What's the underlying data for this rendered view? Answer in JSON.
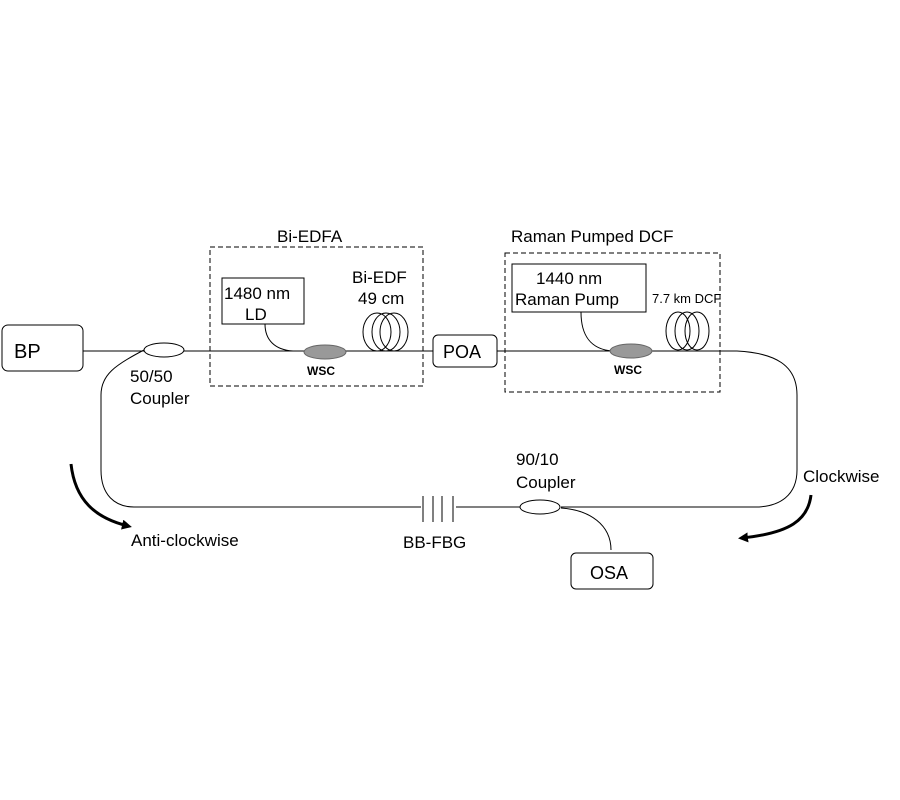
{
  "diagram": {
    "type": "fiber-laser-ring-setup",
    "components": {
      "bp": {
        "label": "BP"
      },
      "coupler_5050": {
        "label_line1": "50/50",
        "label_line2": "Coupler"
      },
      "bi_edfa": {
        "title": "Bi-EDFA",
        "pump": {
          "label_line1": "1480 nm",
          "label_line2": "LD"
        },
        "wsc": {
          "label": "WSC"
        },
        "fiber": {
          "label_line1": "Bi-EDF",
          "label_line2": "49 cm"
        }
      },
      "poa": {
        "label": "POA"
      },
      "raman_dcf": {
        "title": "Raman Pumped DCF",
        "pump": {
          "label_line1": "1440 nm",
          "label_line2": "Raman Pump"
        },
        "wsc": {
          "label": "WSC"
        },
        "fiber": {
          "label": "7.7 km DCF"
        }
      },
      "coupler_9010": {
        "label_line1": "90/10",
        "label_line2": "Coupler"
      },
      "fbg": {
        "label": "BB-FBG"
      },
      "osa": {
        "label": "OSA"
      }
    },
    "directions": {
      "anticlockwise": "Anti-clockwise",
      "clockwise": "Clockwise"
    },
    "colors": {
      "line": "#000000",
      "wsc_fill": "#999999",
      "background": "#ffffff"
    }
  }
}
